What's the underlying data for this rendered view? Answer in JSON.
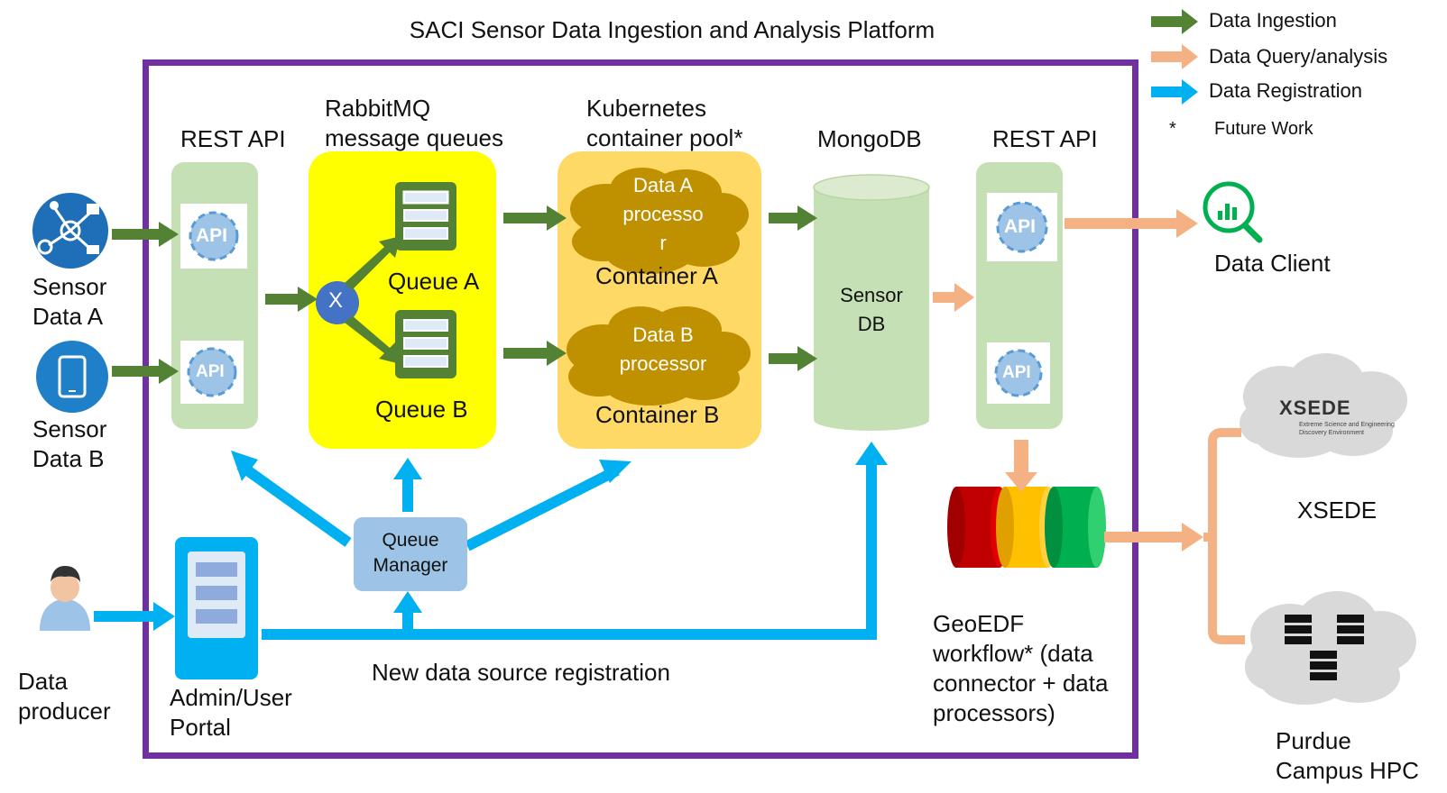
{
  "title": "SACI Sensor Data Ingestion and Analysis Platform",
  "legend": {
    "ingestion": "Data Ingestion",
    "query": "Data Query/analysis",
    "registration": "Data Registration",
    "future_symbol": "*",
    "future": "Future Work"
  },
  "colors": {
    "ingestion": "#548235",
    "query": "#f4b183",
    "registration": "#00b0f0",
    "platform_border": "#7030a0",
    "rest_col": "#c5e0b4",
    "rabbit_box": "#ffff00",
    "k8s_box": "#ffd966"
  },
  "columns": {
    "rest_api_left": "REST API",
    "rabbitmq_line1": "RabbitMQ",
    "rabbitmq_line2": "message queues",
    "k8s_line1": "Kubernetes",
    "k8s_line2": "container pool*",
    "mongodb": "MongoDB",
    "rest_api_right": "REST API"
  },
  "sources": {
    "sensor_a_line1": "Sensor",
    "sensor_a_line2": "Data  A",
    "sensor_b_line1": "Sensor",
    "sensor_b_line2": "Data  B",
    "producer_line1": "Data",
    "producer_line2": "producer"
  },
  "api_label": "API",
  "exchange_label": "X",
  "queues": {
    "a": "Queue A",
    "b": "Queue B"
  },
  "processors": {
    "a_line1": "Data A",
    "a_line2": "processo",
    "a_line3": "r",
    "a_container": "Container  A",
    "b_line1": "Data B",
    "b_line2": "processor",
    "b_container": "Container  B"
  },
  "db": {
    "line1": "Sensor",
    "line2": "DB"
  },
  "queue_manager": {
    "line1": "Queue",
    "line2": "Manager"
  },
  "portal": {
    "line1": "Admin/User",
    "line2": "Portal"
  },
  "registration_label": "New data source registration",
  "client": "Data  Client",
  "geoedf": {
    "line1": "GeoEDF",
    "line2": "workflow* (data",
    "line3": "connector + data",
    "line4": "processors)"
  },
  "xsede": {
    "logo": "XSEDE",
    "tagline1": "Extreme Science and Engineering",
    "tagline2": "Discovery Environment",
    "label": "XSEDE"
  },
  "purdue": {
    "line1": "Purdue",
    "line2": "Campus HPC"
  },
  "icons": {
    "sensor_a": "iot-network-icon",
    "sensor_b": "smartphone-icon",
    "producer": "person-icon",
    "client": "analytics-search-icon",
    "api": "gear-icon",
    "queue": "queue-stack-icon",
    "hpc": "server-rack-icon"
  }
}
